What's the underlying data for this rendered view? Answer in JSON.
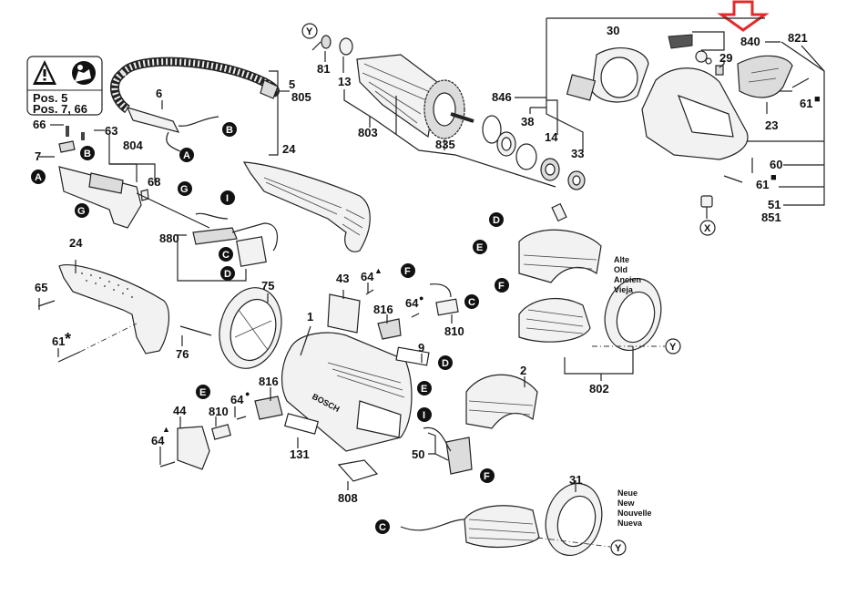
{
  "diagram": {
    "title": "Exploded parts diagram - angle grinder",
    "brand_mark": "BOSCH",
    "highlight_arrow": {
      "color": "#e32b2b",
      "points_to": "840"
    },
    "warning_box": {
      "line1": "Pos. 5",
      "line2": "Pos. 7, 66"
    },
    "old_label": [
      "Alte",
      "Old",
      "Ancien",
      "Vieja"
    ],
    "new_label": [
      "Neue",
      "New",
      "Nouvelle",
      "Nueva"
    ],
    "parts": {
      "p1": "1",
      "p2": "2",
      "p5": "5",
      "p805": "805",
      "p6": "6",
      "p7": "7",
      "p9": "9",
      "p13": "13",
      "p14": "14",
      "p23": "23",
      "p24a": "24",
      "p24b": "24",
      "p29": "29",
      "p30": "30",
      "p31": "31",
      "p33": "33",
      "p38": "38",
      "p43": "43",
      "p44": "44",
      "p50": "50",
      "p51": "51",
      "p851": "851",
      "p60": "60",
      "p61a": "61",
      "p61b": "61",
      "p61c": "61",
      "p63": "63",
      "p64a": "64",
      "p64b": "64",
      "p64c": "64",
      "p64d": "64",
      "p65": "65",
      "p66": "66",
      "p68": "68",
      "p75": "75",
      "p76": "76",
      "p81": "81",
      "p131": "131",
      "p802": "802",
      "p803": "803",
      "p804": "804",
      "p808": "808",
      "p810a": "810",
      "p810b": "810",
      "p816a": "816",
      "p816b": "816",
      "p821": "821",
      "p835": "835",
      "p840": "840",
      "p846": "846",
      "p880": "880"
    },
    "markers": {
      "square": "■",
      "dot": "●",
      "triangle": "▲",
      "star": "*"
    },
    "connectors": {
      "A": "A",
      "B": "B",
      "C": "C",
      "D": "D",
      "E": "E",
      "F": "F",
      "G": "G",
      "I": "I"
    },
    "refs": {
      "X": "X",
      "Y": "Y"
    }
  }
}
